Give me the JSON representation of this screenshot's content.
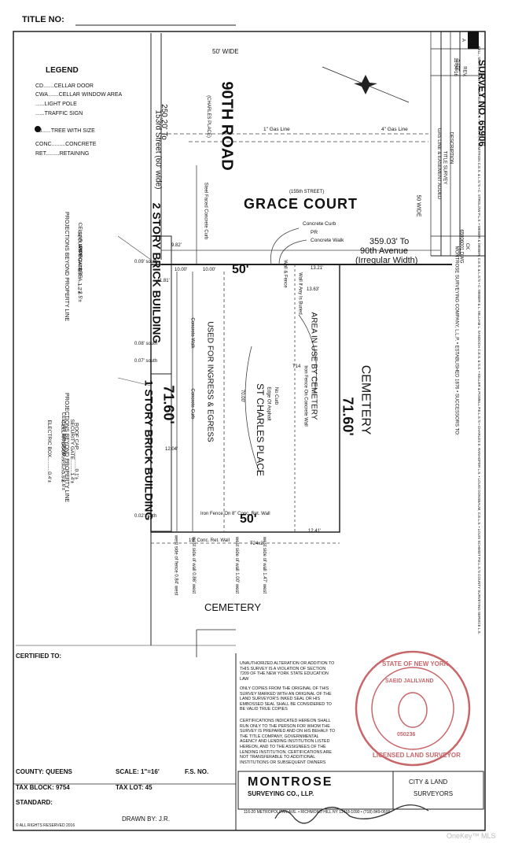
{
  "header": {
    "title_no": "TITLE NO:"
  },
  "legend": {
    "title": "LEGEND",
    "items": [
      "CD.......CELLAR DOOR",
      "CWA.......CELLAR WINDOW AREA",
      "......LIGHT POLE",
      "......TRAFFIC SIGN",
      "T8......TREE WITH SIZE",
      "CONC.........CONCRETE",
      "RET.........RETAINING"
    ]
  },
  "streets": {
    "width_top": "50' WIDE",
    "road": "90TH ROAD",
    "road_sub": "(CHARLES PLACE)",
    "distance": "250.20' To",
    "distance2": "153rd Street (60' wide)",
    "court": "GRACE COURT",
    "court_sub": "(155th STREET)",
    "court_width": "50 WIDE",
    "gas1": "1\" Gas Line",
    "gas2": "4\" Gas Line",
    "curb": "Concrete Curb",
    "pr": "PR",
    "walk": "Concrete Walk",
    "dist3": "359.03' To",
    "dist3b": "90th Avenue",
    "dist3c": "(Irregular Width)",
    "steel": "Steel Faced Concrete Curb"
  },
  "lot": {
    "front": "50'",
    "rear": "50'",
    "left": "71.60'",
    "right": "71.60'",
    "name": "ST CHARLES PLACE",
    "use": "USED FOR INGRESS & EGRESS",
    "cemetery_use": "AREA IN USE BY CEMETERY",
    "cemetery": "CEMETERY",
    "cemetery_bottom": "CEMETERY",
    "dims": [
      "13.21'",
      "13.63'",
      "11.81'",
      "10.00'",
      "10.00'",
      "9.82'",
      "0.09' south",
      "0.08' south",
      "0.07' south",
      "12.04'",
      "0.02' north",
      "12.41'",
      "70.00'",
      "T24x2",
      "19\" Conc. Ret. Wall",
      "Iron Fence On 8\" Conc. Ret. Wall",
      "Concrete Walk",
      "Concrete Curb",
      "Wall & Fence",
      "Wall If Any Is Buried",
      "Iron Fence On Concrete Wall",
      "Edge Of Asphalt",
      "No Curb",
      "T14"
    ]
  },
  "buildings": {
    "b1": "2 STORY BRICK BUILDING",
    "b2": "1 STORY BRICK BUILDING",
    "proj1_title": "PROJECTIONS BEYOND PROPERTY LINE",
    "proj1": [
      "SECURITY GATE........1.2'±",
      "CELLAR WINDOW AREA.......2.5'±",
      "PIPE.......0.3'±"
    ],
    "proj2_title": "PROJECTIONS BEYOND PROPERTY LINE",
    "proj2": [
      "ROOF CAP..............0.1'±",
      "SECURITY GATE.........1.4'±",
      "CELLAR DOOR..........5.9'±",
      "CELLAR WINDOW AREA......2.6'±",
      "ELECTRIC BOX..........0.4'±"
    ]
  },
  "walls": [
    "west side of wall 0.86' west",
    "west side of wall 1.00' west",
    "west side of wall 1.47' west",
    "west side of fence 0.84' west"
  ],
  "survey": {
    "number": "SURVEY NO. 65906",
    "rev": "REV.",
    "date": "DATE",
    "description": "DESCRIPTION",
    "ck": "CK",
    "rows": [
      {
        "rev": "A",
        "date": "11-04-16",
        "desc": "TITLE SURVEY"
      },
      {
        "rev": "",
        "date": "",
        "desc": "GAS LINE & EASEMENT ADDED"
      }
    ],
    "file": "65906001.DWG",
    "company": "MONTROSE SURVEYING COMPANY, L.L.P. • ESTABLISHED 1876 • SUCCESSORS TO:",
    "successors": "KELL, SMITH, CONDIT & SIMPSON C.E.S.'S • C. SMITH, S. DIMITRION C.E.S. & L.S.'S • C. STROLOW P.L.S. • WEBER & WEBER, C.E.S. & L.S.'S • C. WEBER & L. WILLIAM L. SANDOCH C.E.S. & S.S. • KELLER & POWELL P.E.L.S.'S • CHARLES E. RANHOFER L.S. • LOUIS DONSBAUM, C.E.L.S. • LOUIS SCHMIDT P.E.L.S.'S COUNTY SURVEYING SERVICE L.S."
  },
  "certified": "CERTIFIED TO:",
  "notice": {
    "p1": "UNAUTHORIZED ALTERATION OR ADDITION TO THIS SURVEY IS A VIOLATION OF SECTION 7209 OF THE NEW YORK STATE EDUCATION LAW",
    "p2": "ONLY COPIES FROM THE ORIGINAL OF THIS SURVEY MARKED WITH AN ORIGINAL OF THE LAND SURVEYOR'S INKED SEAL OR HIS EMBOSSED SEAL SHALL BE CONSIDERED TO BE VALID TRUE COPIES",
    "p3": "CERTIFICATIONS INDICATED HEREON SHALL RUN ONLY TO THE PERSON FOR WHOM THE SURVEY IS PREPARED AND ON HIS BEHALF TO THE TITLE COMPANY, GOVERNMENTAL AGENCY AND LENDING INSTITUTION LISTED HEREON, AND TO THE ASSIGNEES OF THE LENDING INSTITUTION. CERTIFICATIONS ARE NOT TRANSFERABLE TO ADDITIONAL INSTITUTIONS OR SUBSEQUENT OWNERS"
  },
  "seal": {
    "state": "STATE OF NEW YORK",
    "name": "SAEID JALILVAND",
    "number": "050236",
    "licensed": "LICENSED LAND SURVEYOR"
  },
  "footer": {
    "county": "COUNTY: QUEENS",
    "scale": "SCALE: 1\"=16'",
    "fs": "F.S. NO.",
    "block": "TAX BLOCK: 9754",
    "lot": "TAX LOT: 45",
    "standard": "STANDARD:",
    "drawn": "DRAWN BY: J.R.",
    "copyright": "© ALL RIGHTS RESERVED 2016",
    "logo": "MONTROSE",
    "logo_sub": "SURVEYING CO., LLP.",
    "city": "CITY & LAND",
    "surveyors": "SURVEYORS",
    "address": "116-20 METROPOLITAN AVE. • RICHMOND HILL NY 11418-1090 • (718) 849-0600",
    "watermark": "OneKey™ MLS"
  }
}
